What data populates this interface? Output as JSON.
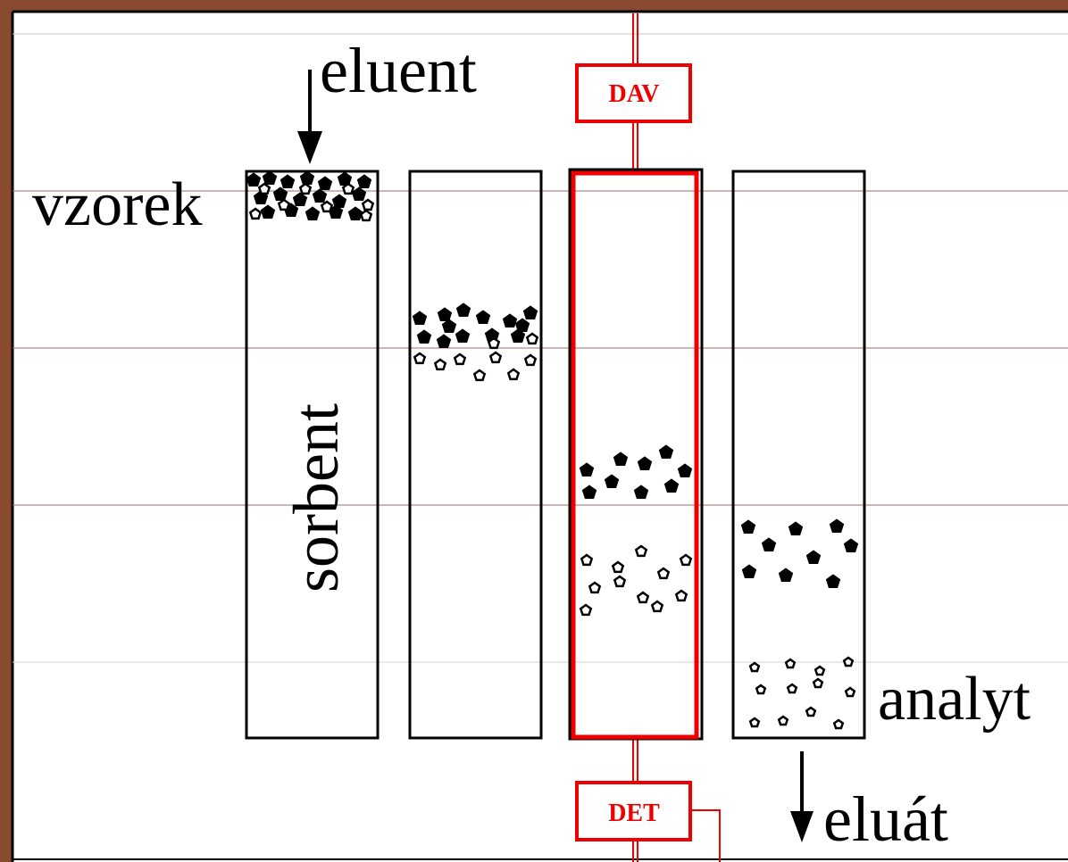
{
  "labels": {
    "eluent": "eluent",
    "vzorek": "vzorek",
    "sorbent": "sorbent",
    "analyt": "analyt",
    "eluat": "eluát",
    "dav": "DAV",
    "det": "DET"
  },
  "colors": {
    "frame": "#8a4a30",
    "canvas": "#ffffff",
    "ink": "#000000",
    "highlight": "#ee0000",
    "rule_line": "#9a7060"
  },
  "columns": [
    {
      "id": "column-1",
      "highlighted": false
    },
    {
      "id": "column-2",
      "highlighted": false
    },
    {
      "id": "column-3",
      "highlighted": true
    },
    {
      "id": "column-4",
      "highlighted": false
    }
  ],
  "instruments": [
    {
      "id": "dav-box",
      "label_key": "dav"
    },
    {
      "id": "det-box",
      "label_key": "det"
    }
  ]
}
